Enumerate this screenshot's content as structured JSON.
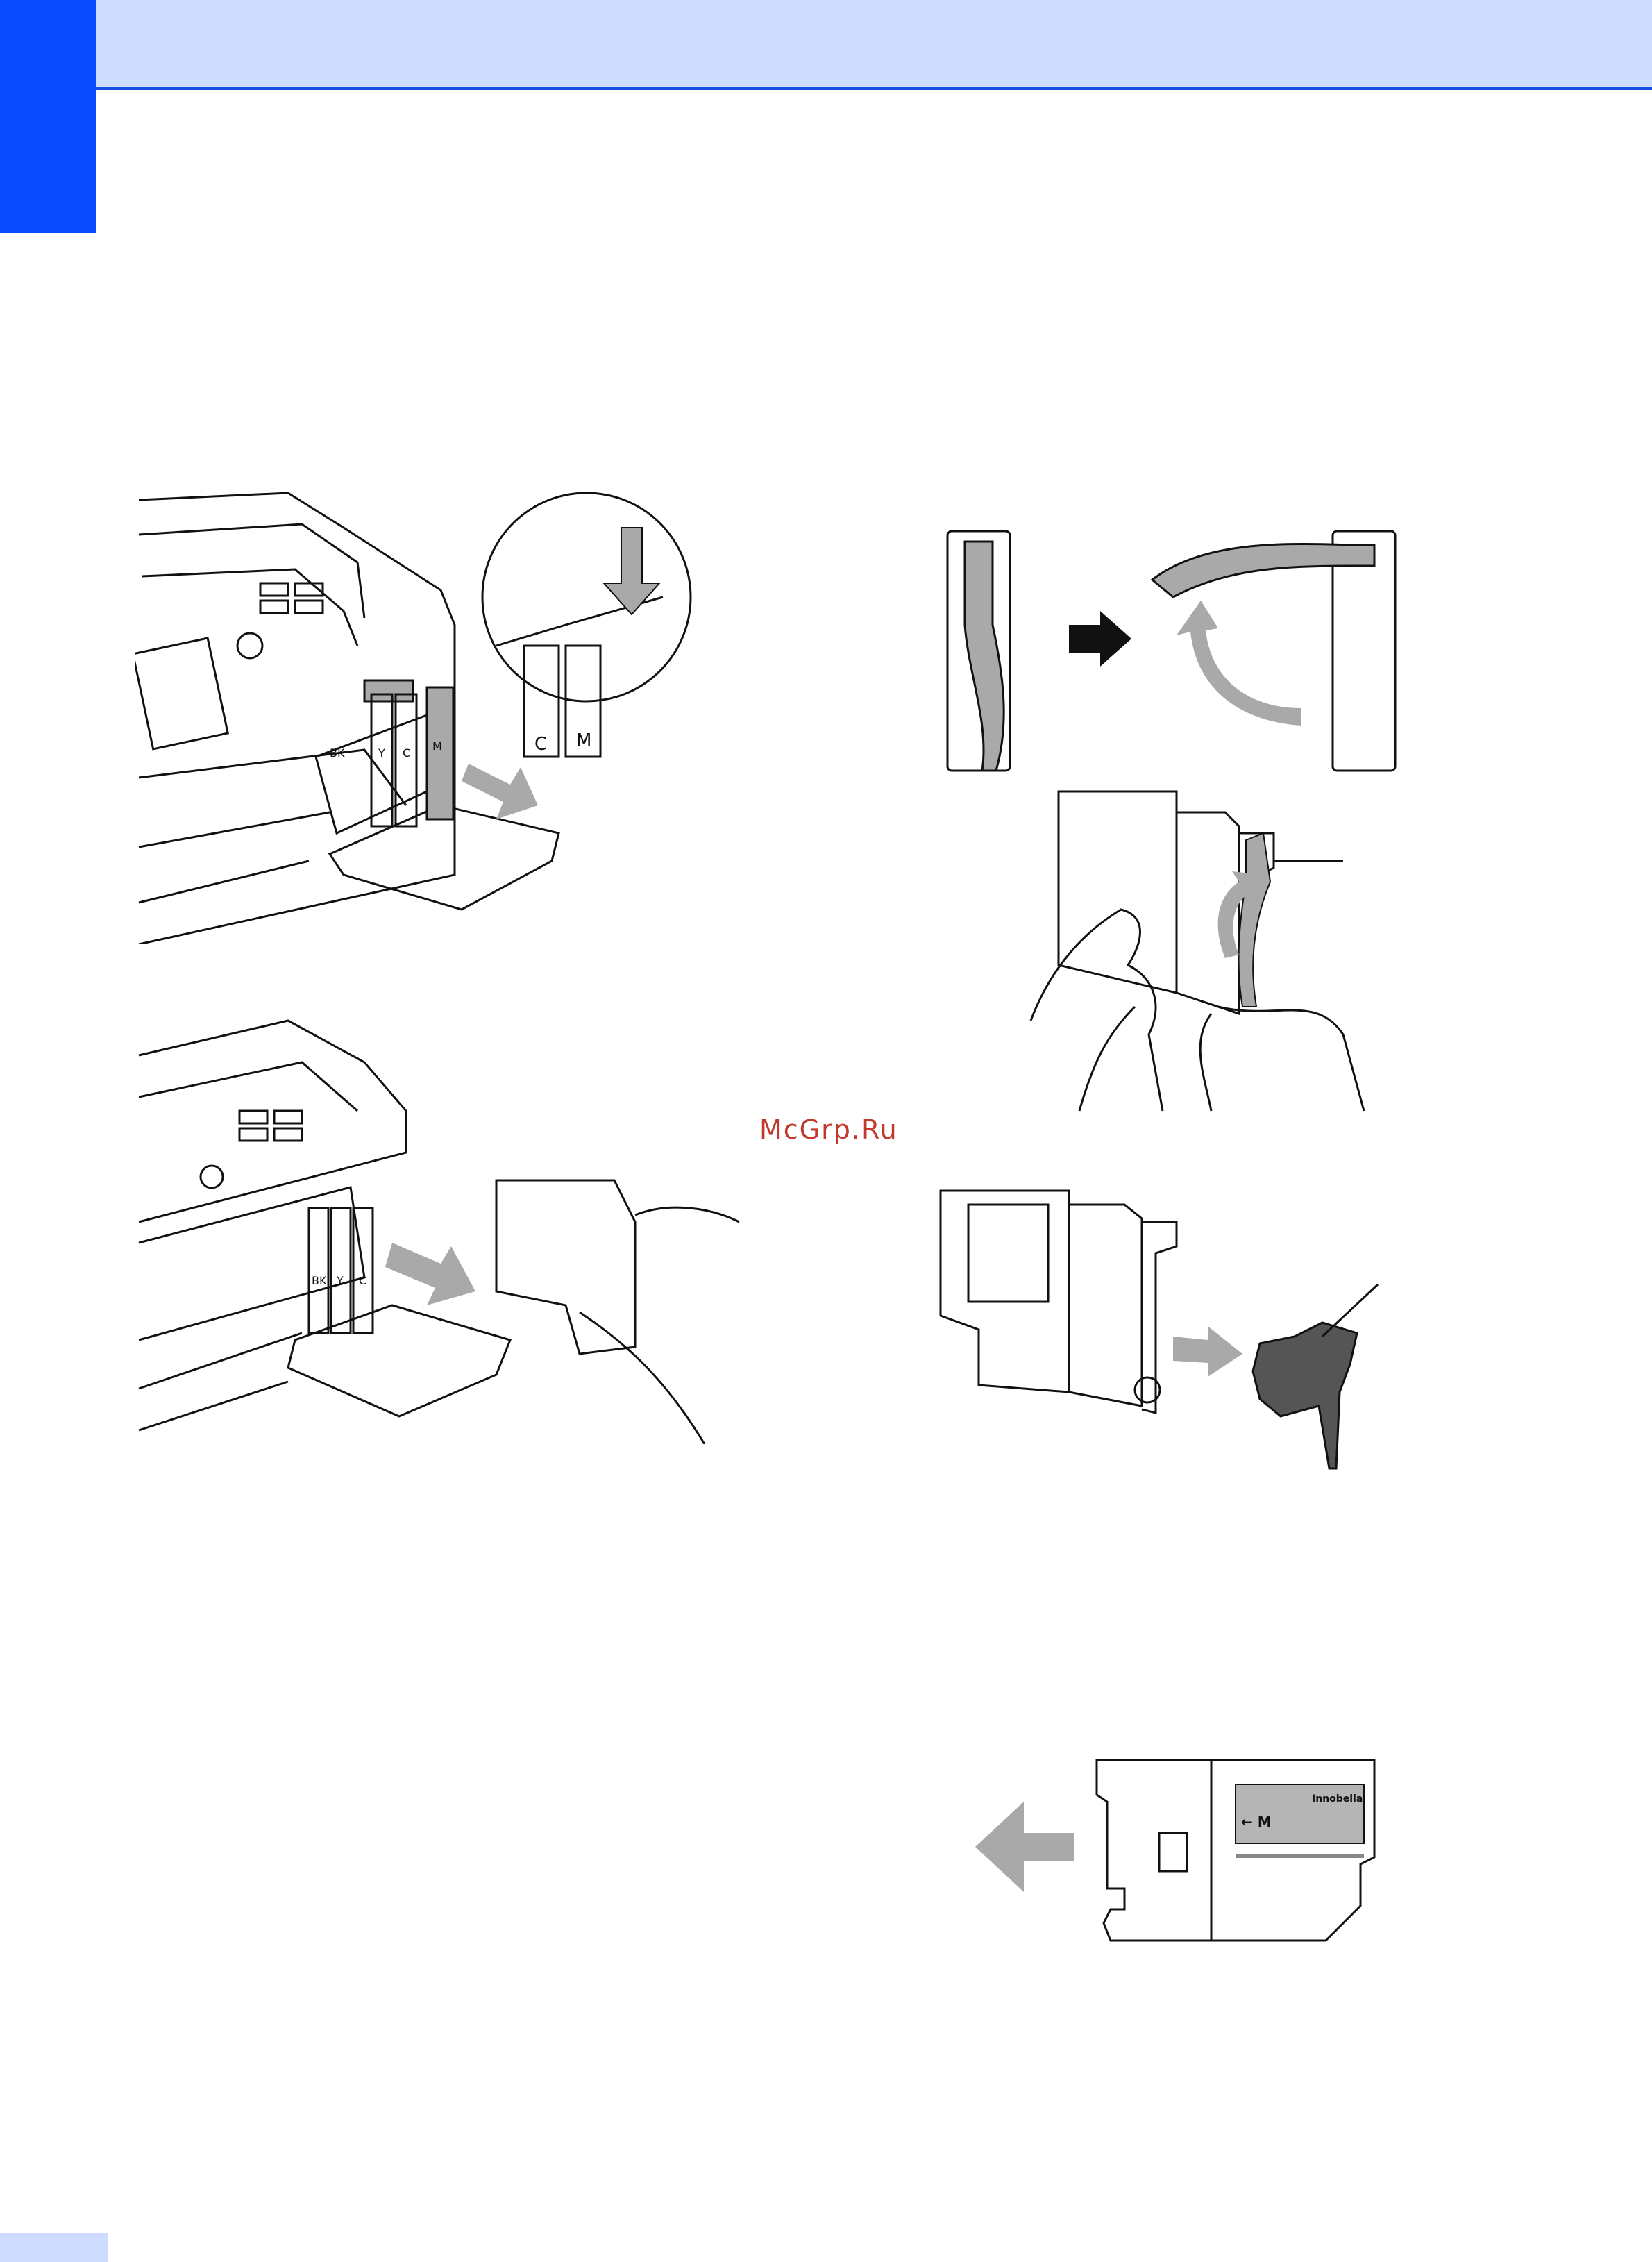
{
  "watermark": "McGrp.Ru",
  "colors": {
    "header_band": "#cddcff",
    "side_tab": "#0a4bff",
    "arrow_gray": "#a9a9a9",
    "watermark": "#c0392b"
  },
  "figures": {
    "printer_release_lever": {
      "cartridge_labels": [
        "BK",
        "Y",
        "C",
        "M"
      ],
      "zoom_labels": [
        "C",
        "M"
      ]
    },
    "printer_remove_cartridge": {
      "cartridge_labels": [
        "BK",
        "Y",
        "C"
      ]
    },
    "cartridge_label": {
      "brand": "Innobella",
      "color_label": "← M"
    }
  }
}
